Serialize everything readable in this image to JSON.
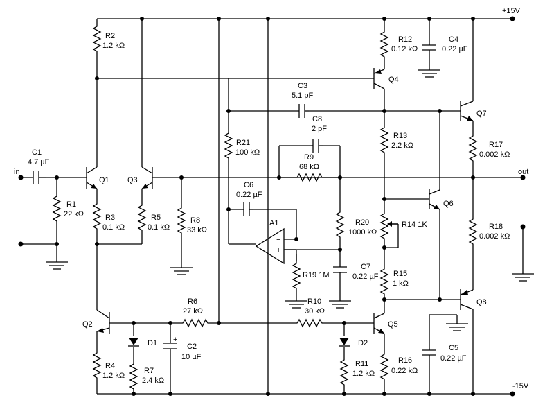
{
  "rails": {
    "positive": "+15V",
    "negative": "-15V"
  },
  "terminals": {
    "input": "in",
    "output": "out"
  },
  "components": {
    "R1": {
      "name": "R1",
      "value": "22 kΩ"
    },
    "R2": {
      "name": "R2",
      "value": "1.2 kΩ"
    },
    "R3": {
      "name": "R3",
      "value": "0.1 kΩ"
    },
    "R4": {
      "name": "R4",
      "value": "1.2 kΩ"
    },
    "R5": {
      "name": "R5",
      "value": "0.1 kΩ"
    },
    "R6": {
      "name": "R6",
      "value": "27 kΩ"
    },
    "R7": {
      "name": "R7",
      "value": "2.4 kΩ"
    },
    "R8": {
      "name": "R8",
      "value": "33 kΩ"
    },
    "R9": {
      "name": "R9",
      "value": "68 kΩ"
    },
    "R10": {
      "name": "R10",
      "value": "30 kΩ"
    },
    "R11": {
      "name": "R11",
      "value": "1.2 kΩ"
    },
    "R12": {
      "name": "R12",
      "value": "0.12 kΩ"
    },
    "R13": {
      "name": "R13",
      "value": "2.2 kΩ"
    },
    "R14": {
      "name": "R14 1K"
    },
    "R15": {
      "name": "R15",
      "value": "1 kΩ"
    },
    "R16": {
      "name": "R16",
      "value": "0.22 kΩ"
    },
    "R17": {
      "name": "R17",
      "value": "0.002 kΩ"
    },
    "R18": {
      "name": "R18",
      "value": "0.002 kΩ"
    },
    "R19": {
      "name": "R19 1M"
    },
    "R20": {
      "name": "R20",
      "value": "1000 kΩ"
    },
    "R21": {
      "name": "R21",
      "value": "100 kΩ"
    },
    "C1": {
      "name": "C1",
      "value": "4.7 µF"
    },
    "C2": {
      "name": "C2",
      "value": "10 µF"
    },
    "C3": {
      "name": "C3",
      "value": "5.1 pF"
    },
    "C4": {
      "name": "C4",
      "value": "0.22 µF"
    },
    "C5": {
      "name": "C5",
      "value": "0.22 µF"
    },
    "C6": {
      "name": "C6",
      "value": "0.22 µF"
    },
    "C7": {
      "name": "C7",
      "value": "0.22 µF"
    },
    "C8": {
      "name": "C8",
      "value": "2 pF"
    },
    "Q1": "Q1",
    "Q2": "Q2",
    "Q3": "Q3",
    "Q4": "Q4",
    "Q5": "Q5",
    "Q6": "Q6",
    "Q7": "Q7",
    "Q8": "Q8",
    "D1": "D1",
    "D2": "D2",
    "A1": "A1",
    "opamp_minus": "−",
    "opamp_plus": "+",
    "c2_polarity": "+"
  }
}
